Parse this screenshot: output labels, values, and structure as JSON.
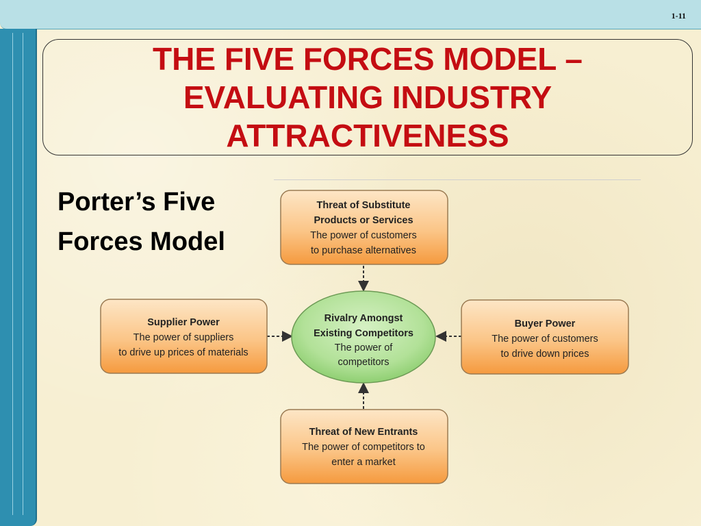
{
  "slide": {
    "number": "1-11",
    "title": "THE FIVE FORCES MODEL – EVALUATING INDUSTRY ATTRACTIVENESS",
    "subtitle_line1": "Porter’s Five",
    "subtitle_line2": "Forces Model"
  },
  "colors": {
    "title_red": "#c40d12",
    "box_orange": "#f7a04a",
    "ellipse_green": "#a8dc8c",
    "top_bar": "#b9e0e6",
    "side_bar": "#2e8fb0"
  },
  "diagram": {
    "substitutes": {
      "title1": "Threat of Substitute",
      "title2": "Products or Services",
      "desc1": "The power of customers",
      "desc2": "to purchase alternatives"
    },
    "supplier": {
      "title1": "Supplier Power",
      "desc1": "The power of suppliers",
      "desc2": "to drive up prices of materials"
    },
    "rivalry": {
      "title1": "Rivalry Amongst",
      "title2": "Existing Competitors",
      "desc1": "The power of",
      "desc2": "competitors"
    },
    "buyer": {
      "title1": "Buyer Power",
      "desc1": "The power of customers",
      "desc2": "to drive down prices"
    },
    "entrants": {
      "title1": "Threat of New Entrants",
      "desc1": "The power of competitors to",
      "desc2": "enter a market"
    }
  }
}
